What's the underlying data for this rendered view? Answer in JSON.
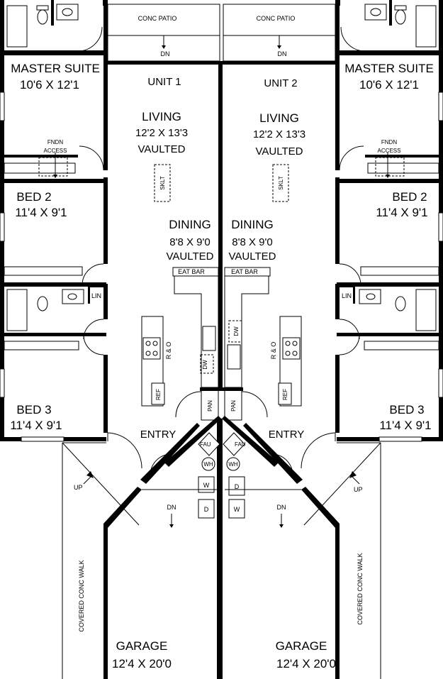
{
  "units": [
    {
      "unit_label": "UNIT 1",
      "patio": "CONC PATIO",
      "patio_dn": "DN",
      "master_name": "MASTER SUITE",
      "master_size": "10'6 X 12'1",
      "fndn_line1": "FNDN",
      "fndn_line2": "ACCESS",
      "living_name": "LIVING",
      "living_size": "12'2 X 13'3",
      "living_note": "VAULTED",
      "skylight": "SKLT",
      "bed2_name": "BED 2",
      "bed2_size": "11'4 X 9'1",
      "dining_name": "DINING",
      "dining_size": "8'8 X 9'0",
      "dining_note": "VAULTED",
      "eat_bar": "EAT BAR",
      "linen": "LIN",
      "dishwasher": "DW",
      "range_oven": "R & O",
      "refrigerator": "REF",
      "pantry": "PAN",
      "bed3_name": "BED 3",
      "bed3_size": "11'4 X 9'1",
      "entry": "ENTRY",
      "furnace": "FAU",
      "water_heater": "WH",
      "washer": "W",
      "dryer": "D",
      "up": "UP",
      "garage_dn": "DN",
      "walk": "COVERED CONC WALK",
      "garage_name": "GARAGE",
      "garage_size": "12'4 X 20'0"
    },
    {
      "unit_label": "UNIT 2",
      "patio": "CONC PATIO",
      "patio_dn": "DN",
      "master_name": "MASTER SUITE",
      "master_size": "10'6 X 12'1",
      "fndn_line1": "FNDN",
      "fndn_line2": "ACCESS",
      "living_name": "LIVING",
      "living_size": "12'2 X 13'3",
      "living_note": "VAULTED",
      "skylight": "SKLT",
      "bed2_name": "BED 2",
      "bed2_size": "11'4 X 9'1",
      "dining_name": "DINING",
      "dining_size": "8'8 X 9'0",
      "dining_note": "VAULTED",
      "eat_bar": "EAT BAR",
      "linen": "LIN",
      "dishwasher": "DW",
      "range_oven": "R & O",
      "refrigerator": "REF",
      "pantry": "PAN",
      "bed3_name": "BED 3",
      "bed3_size": "11'4 X 9'1",
      "entry": "ENTRY",
      "furnace": "FAU",
      "water_heater": "WH",
      "washer": "W",
      "dryer": "D",
      "up": "UP",
      "garage_dn": "DN",
      "walk": "COVERED CONC WALK",
      "garage_name": "GARAGE",
      "garage_size": "12'4 X 20'0"
    }
  ]
}
